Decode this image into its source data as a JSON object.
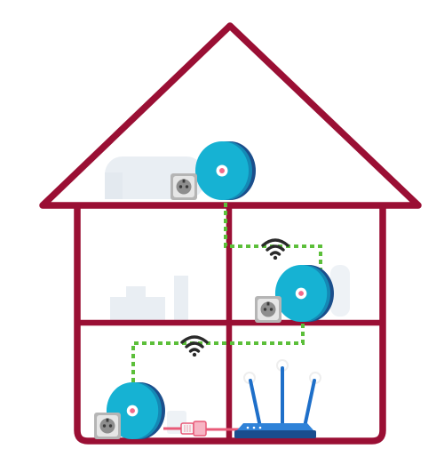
{
  "colors": {
    "house_outline": "#9a0f34",
    "powerline_link": "#5cbf3a",
    "adapter_teal": "#16b2d3",
    "adapter_navy": "#1b4f8c",
    "wifi_signal": "#2a2a2a",
    "router_blue": "#1e6fc9",
    "ethernet_cable": "#e85a78",
    "wall_socket": "#8e8e8e",
    "faded_furniture": "#e9eef3"
  },
  "icons": {
    "adapter": "powerline-adapter-icon",
    "socket": "wall-socket-icon",
    "wifi": "wifi-icon",
    "router": "wireless-router-icon",
    "cable": "ethernet-cable-icon"
  },
  "floors": [
    "attic",
    "upper-floor",
    "ground-floor"
  ],
  "adapters": [
    "attic",
    "upper-floor",
    "ground-floor"
  ],
  "wifi_signals": [
    "upper-floor",
    "ground-floor"
  ]
}
